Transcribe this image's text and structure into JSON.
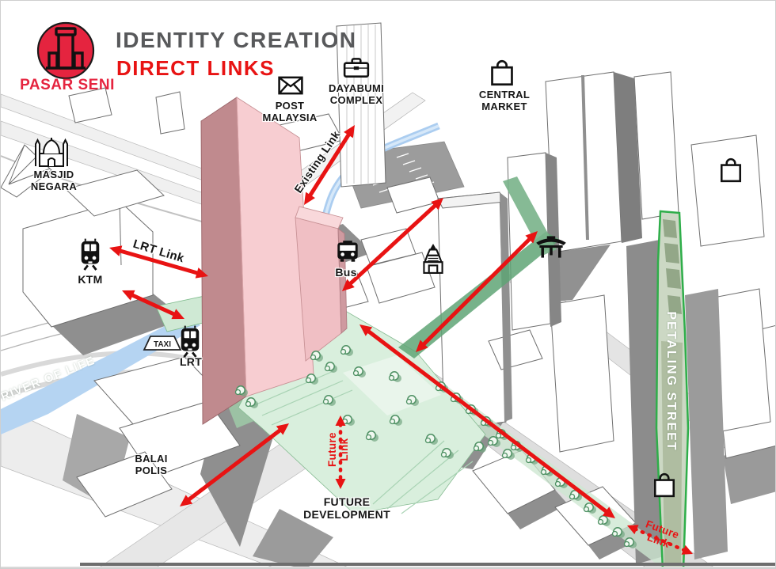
{
  "header": {
    "pasar_seni": "PASAR SENI",
    "title": "IDENTITY CREATION",
    "subtitle": "DIRECT LINKS"
  },
  "landmarks": {
    "masjid_negara": "MASJID\nNEGARA",
    "ktm": "KTM",
    "lrt": "LRT",
    "taxi": "TAXI",
    "bus": "Bus",
    "post_malaysia": "POST\nMALAYSIA",
    "dayabumi_complex": "DAYABUMI\nCOMPLEX",
    "central_market": "CENTRAL\nMARKET",
    "balai_polis": "BALAI\nPOLIS",
    "future_development": "FUTURE\nDEVELOPMENT",
    "river_of_life": "RIVER OF LIFE",
    "petaling_street": "PETALING STREET"
  },
  "links": {
    "existing_link": "Existing Link",
    "lrt_link": "LRT Link",
    "future_link_center": "Future\nLink",
    "future_link_southeast": "Future\nLink"
  },
  "icons": {
    "logo": "pasar-seni-building-logo",
    "masjid_negara": "mosque-icon",
    "ktm": "train-icon",
    "lrt": "train-icon",
    "taxi": "taxi-sign",
    "bus": "bus-icon",
    "post_malaysia": "envelope-icon",
    "dayabumi_complex": "briefcase-icon",
    "central_market": "shopping-bag-icon",
    "petaling_street": "shopping-bag-icon",
    "east_mall": "shopping-bag-icon",
    "temple": "temple-icon",
    "chinese_gate": "paifang-gate-icon"
  },
  "colors": {
    "accent_red": "#e81313",
    "title_gray": "#58595b",
    "logo_red": "#e5243f",
    "tower_pink": "#f7cdd1",
    "tower_shade": "#c08a8e",
    "plaza_green": "#d9efdd",
    "corridor_green": "#5fa476",
    "petaling_border": "#2fae4a",
    "petaling_fill": "#ccd8c4",
    "river_blue": "#b5d4f2",
    "label_black": "#1a1a1a"
  }
}
